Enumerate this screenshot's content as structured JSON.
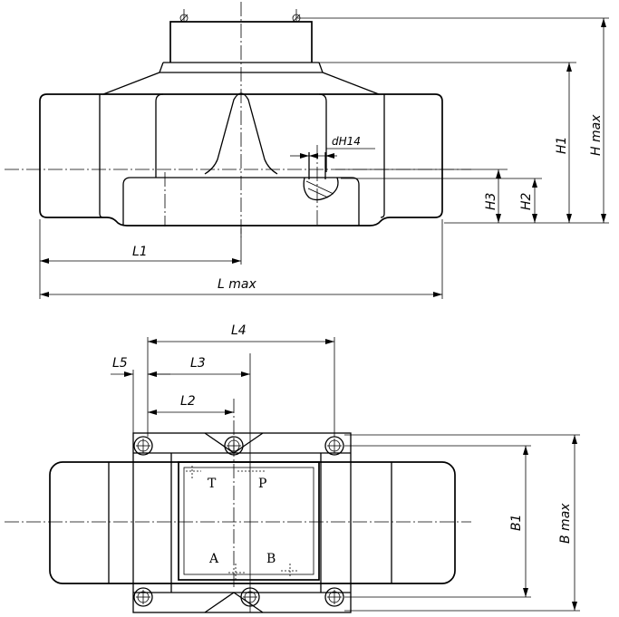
{
  "front_view": {
    "labels": {
      "dH14": "dH14",
      "H3": "H3",
      "H2": "H2",
      "H1": "H1",
      "Hmax": "H max",
      "L1": "L1",
      "Lmax": "L max"
    }
  },
  "top_view": {
    "labels": {
      "L4": "L4",
      "L5": "L5",
      "L3": "L3",
      "L2": "L2",
      "B1": "B1",
      "Bmax": "B max"
    },
    "ports": {
      "T": "T",
      "P": "P",
      "A": "A",
      "B": "B"
    }
  }
}
